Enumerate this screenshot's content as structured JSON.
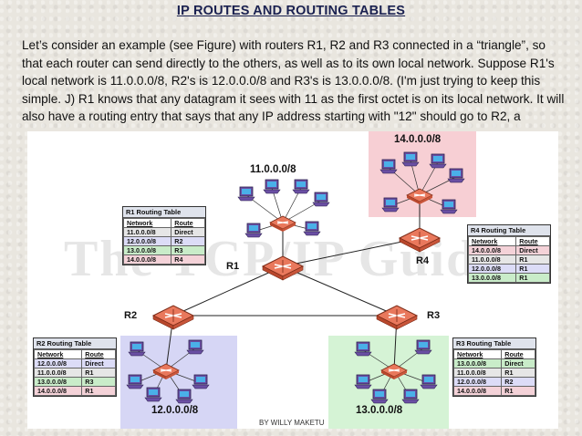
{
  "slide": {
    "title": "IP ROUTES AND ROUTING TABLES",
    "paragraph": "Let’s consider an example (see Figure) with routers R1, R2 and R3 connected in a “triangle”, so that each router can send directly to the others, as well as to its own local network. Suppose R1's local network is 11.0.0.0/8, R2's is 12.0.0.0/8 and R3's is 13.0.0.0/8. (I'm just trying to keep this simple. J) R1 knows that any datagram it sees with 11 as the first octet is on its local network. It will also have a routing entry that says that any IP address starting with \"12\" should go to R2, a",
    "footer": "BY WILLY MAKETU"
  },
  "figure": {
    "watermark": "The TCP/IP Guide",
    "networks": {
      "n11": "11.0.0.0/8",
      "n12": "12.0.0.0/8",
      "n13": "13.0.0.0/8",
      "n14": "14.0.0.0/8"
    },
    "routers": {
      "r1": "R1",
      "r2": "R2",
      "r3": "R3",
      "r4": "R4"
    },
    "colors": {
      "net11": "#ffffff",
      "net12": "#d6d6f5",
      "net13": "#d5f3d5",
      "net14": "#f7cfd4",
      "row_gray": "#e6e6e6",
      "row_green": "#c9ecc9",
      "row_pink": "#f4d2d8",
      "row_purple": "#dcdcf7",
      "router": "#e9785c"
    },
    "tables": {
      "r1": {
        "title": "R1 Routing Table",
        "headers": [
          "Network",
          "Route"
        ],
        "rows": [
          [
            "11.0.0.0/8",
            "Direct"
          ],
          [
            "12.0.0.0/8",
            "R2"
          ],
          [
            "13.0.0.0/8",
            "R3"
          ],
          [
            "14.0.0.0/8",
            "R4"
          ]
        ]
      },
      "r2": {
        "title": "R2 Routing Table",
        "headers": [
          "Network",
          "Route"
        ],
        "rows": [
          [
            "12.0.0.0/8",
            "Direct"
          ],
          [
            "11.0.0.0/8",
            "R1"
          ],
          [
            "13.0.0.0/8",
            "R3"
          ],
          [
            "14.0.0.0/8",
            "R1"
          ]
        ]
      },
      "r3": {
        "title": "R3 Routing Table",
        "headers": [
          "Network",
          "Route"
        ],
        "rows": [
          [
            "13.0.0.0/8",
            "Direct"
          ],
          [
            "11.0.0.0/8",
            "R1"
          ],
          [
            "12.0.0.0/8",
            "R2"
          ],
          [
            "14.0.0.0/8",
            "R1"
          ]
        ]
      },
      "r4": {
        "title": "R4 Routing Table",
        "headers": [
          "Network",
          "Route"
        ],
        "rows": [
          [
            "14.0.0.0/8",
            "Direct"
          ],
          [
            "11.0.0.0/8",
            "R1"
          ],
          [
            "12.0.0.0/8",
            "R1"
          ],
          [
            "13.0.0.0/8",
            "R1"
          ]
        ]
      }
    }
  }
}
